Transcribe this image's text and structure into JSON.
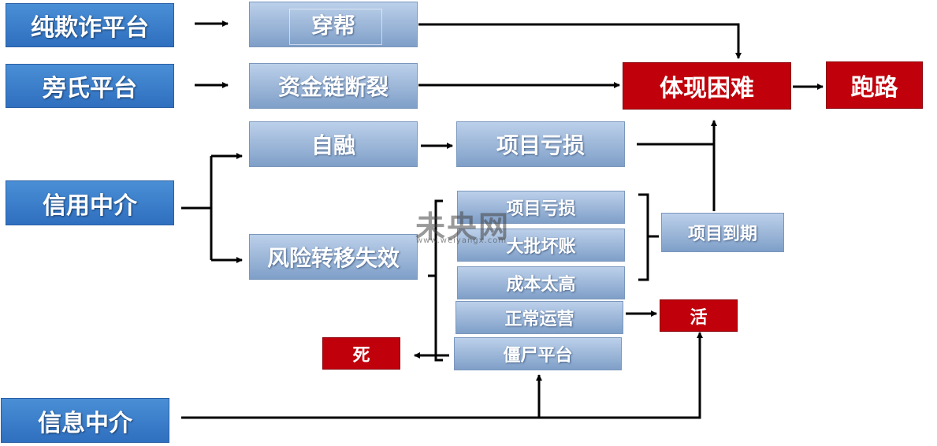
{
  "rows": {
    "pure_fraud": "纯欺诈平台",
    "side_platform": "旁氏平台",
    "credit_agency": "信用中介",
    "info_agency": "信息中介"
  },
  "nodes": {
    "chuanbang": "穿帮",
    "capital_chain_break": "资金链断裂",
    "self_financing": "自融",
    "project_loss": "项目亏损",
    "risk_transfer_fail": "风险转移失效",
    "project_loss_2": "项目亏损",
    "bad_debts": "大批坏账",
    "high_cost": "成本太高",
    "normal_ops": "正常运营",
    "zombie_platform": "僵尸平台",
    "project_due": "项目到期"
  },
  "outcomes": {
    "withdraw_difficulty": "体现困难",
    "run_away": "跑路",
    "live": "活",
    "die": "死"
  },
  "watermark": {
    "text": "未央网",
    "url": "www.weiyangx.com"
  },
  "colors": {
    "blue": "#2f6fbf",
    "steel": "#8fa9d0",
    "red": "#c0000b"
  }
}
